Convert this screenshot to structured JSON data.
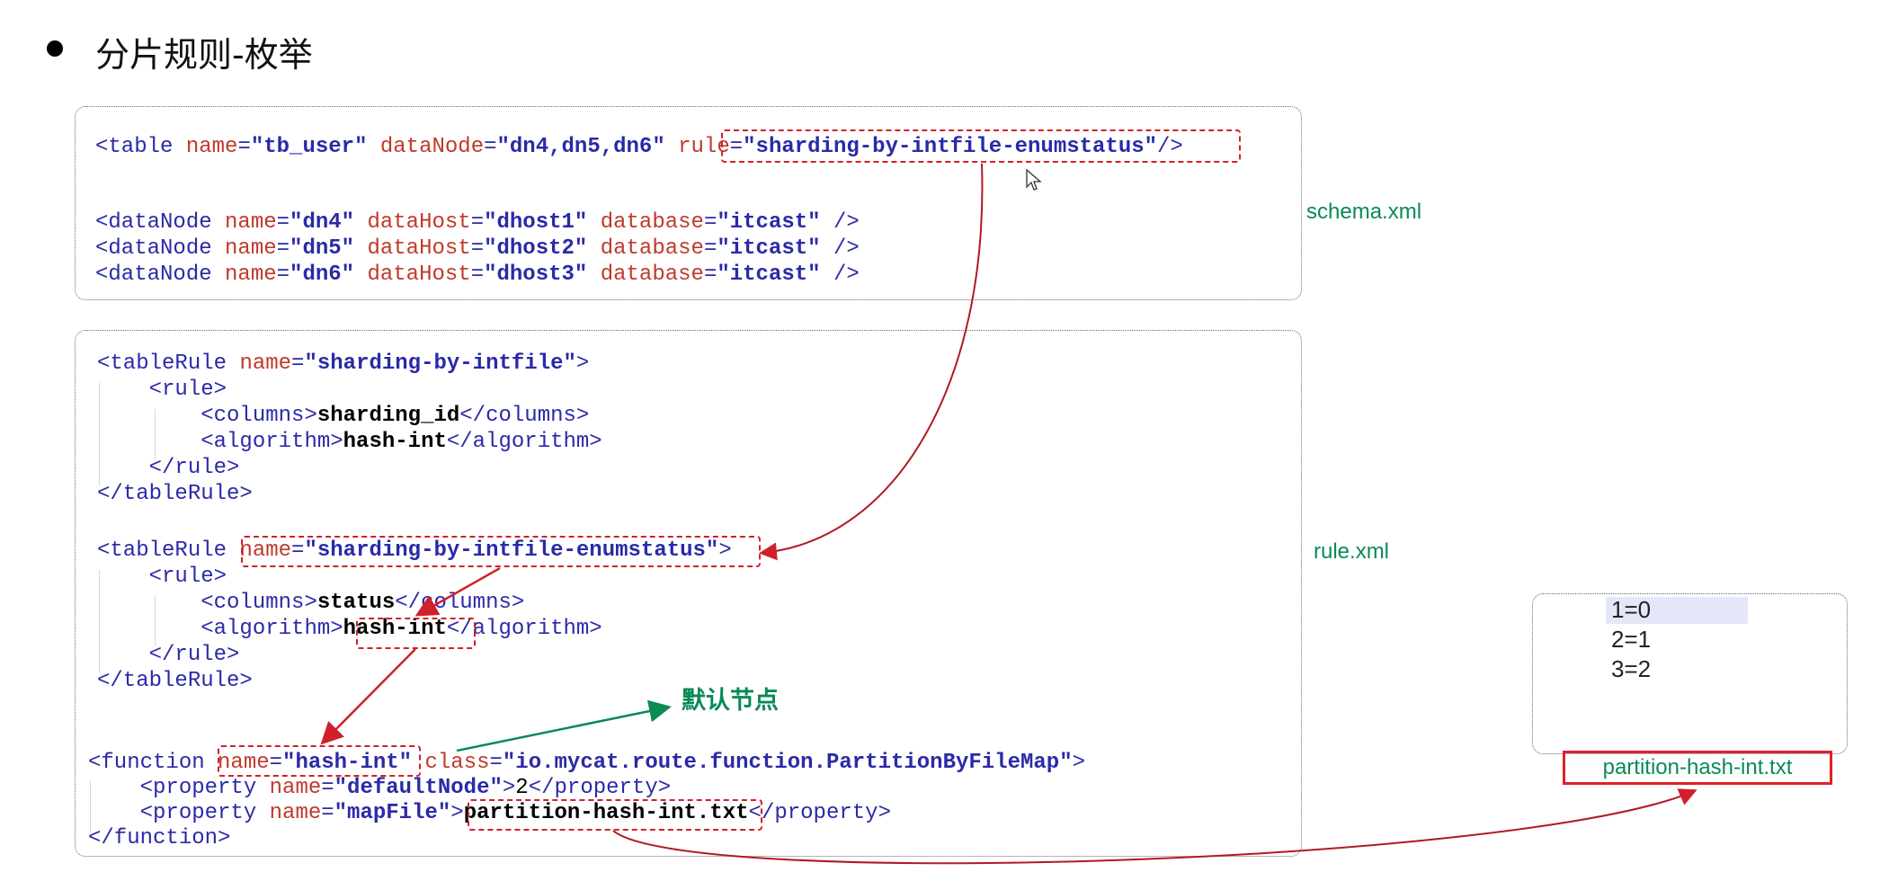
{
  "header": {
    "title": "分片规则-枚举"
  },
  "schema": {
    "file_label": "schema.xml",
    "table_line": {
      "open": "<table ",
      "name_attr": "name",
      "name_val": "\"tb_user\"",
      "dn_attr": "dataNode",
      "dn_val": "\"dn4,dn5,dn6\"",
      "rule_attr": "rule",
      "rule_val": "\"sharding-by-intfile-enumstatus\"",
      "close": "/>"
    },
    "datanodes": [
      {
        "name": "\"dn4\"",
        "host": "\"dhost1\"",
        "db": "\"itcast\""
      },
      {
        "name": "\"dn5\"",
        "host": "\"dhost2\"",
        "db": "\"itcast\""
      },
      {
        "name": "\"dn6\"",
        "host": "\"dhost3\"",
        "db": "\"itcast\""
      }
    ],
    "dn_tokens": {
      "open": "<dataNode ",
      "name": "name",
      "host": "dataHost",
      "db": "database",
      "close": " />"
    }
  },
  "rule": {
    "file_label": "rule.xml",
    "rule1": {
      "open": "<tableRule ",
      "name_attr": "name",
      "name_val": "\"sharding-by-intfile\"",
      "rule_open": "<rule>",
      "columns_open": "<columns>",
      "columns_val": "sharding_id",
      "columns_close": "</columns>",
      "alg_open": "<algorithm>",
      "alg_val": "hash-int",
      "alg_close": "</algorithm>",
      "rule_close": "</rule>",
      "close": "</tableRule>"
    },
    "rule2": {
      "open": "<tableRule ",
      "name_attr": "name",
      "name_val": "\"sharding-by-intfile-enumstatus\"",
      "rule_open": "<rule>",
      "columns_open": "<columns>",
      "columns_val": "status",
      "columns_close": "</columns>",
      "alg_open": "<algorithm>",
      "alg_val": "hash-int",
      "alg_close": "</algorithm>",
      "rule_close": "</rule>",
      "close": "</tableRule>"
    },
    "function": {
      "open": "<function ",
      "name_attr": "name",
      "name_val": "\"hash-int\"",
      "class_attr": "class",
      "class_val": "\"io.mycat.route.function.PartitionByFileMap\"",
      "gt": ">",
      "prop_open": "<property ",
      "prop1_attr": "name",
      "prop1_name": "\"defaultNode\"",
      "prop1_val": "2",
      "prop_close": "</property>",
      "prop2_attr": "name",
      "prop2_name": "\"mapFile\"",
      "prop2_val": "partition-hash-int.txt",
      "close": "</function>"
    },
    "default_node_label": "默认节点"
  },
  "mapfile": {
    "lines": [
      "1=0",
      "2=1",
      "3=2"
    ],
    "file_label": "partition-hash-int.txt"
  },
  "colors": {
    "tag": "#2a2aa8",
    "attr": "#c0392b",
    "label_green": "#0a8a55",
    "annotation_red": "#d0202a"
  }
}
